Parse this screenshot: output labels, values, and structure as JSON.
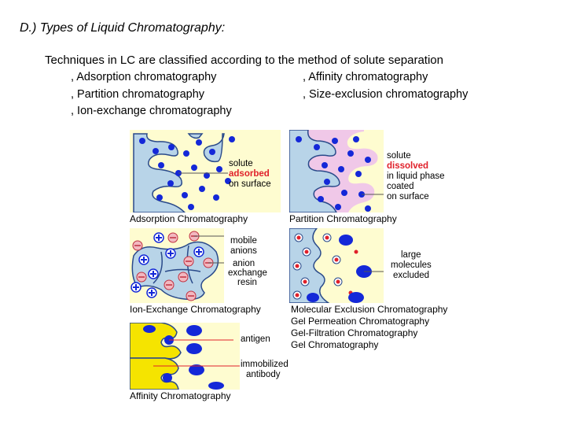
{
  "slide": {
    "title": "D.) Types of Liquid Chromatography:",
    "subtitle": "Techniques in LC are classified according to the method of solute separation",
    "bullets_left": [
      ", Adsorption chromatography",
      ", Partition chromatography",
      ",  Ion-exchange chromatography"
    ],
    "bullets_right": [
      ", Affinity chromatography",
      ", Size-exclusion chromatography"
    ]
  },
  "panels": {
    "adsorption": {
      "caption": "Adsorption Chromatography",
      "label_lines": [
        "solute",
        "adsorbed",
        "on surface"
      ]
    },
    "partition": {
      "caption": "Partition Chromatography",
      "label_lines": [
        "solute",
        "dissolved",
        "in liquid phase",
        "coated",
        "on surface"
      ]
    },
    "ion_exchange": {
      "caption": "Ion-Exchange Chromatography",
      "label_lines": [
        "mobile",
        "anions",
        "anion",
        "exchange",
        "resin"
      ]
    },
    "size_exclusion": {
      "captions": [
        "Molecular Exclusion Chromatography",
        "Gel Permeation Chromatography",
        "Gel-Filtration Chromatography",
        "Gel Chromatography"
      ],
      "label_lines": [
        "large",
        "molecules",
        "excluded"
      ]
    },
    "affinity": {
      "caption": "Affinity Chromatography",
      "label_antigen": "antigen",
      "label_lines": [
        "immobilized",
        "antibody"
      ]
    }
  },
  "colors": {
    "panel_bg": "#fefcd0",
    "surface": "#b8d4e8",
    "dot": "#1428d8",
    "highlight_red": "#e0202a",
    "liquid_phase": "#f0c8e8",
    "affinity_yellow": "#f5e400"
  }
}
